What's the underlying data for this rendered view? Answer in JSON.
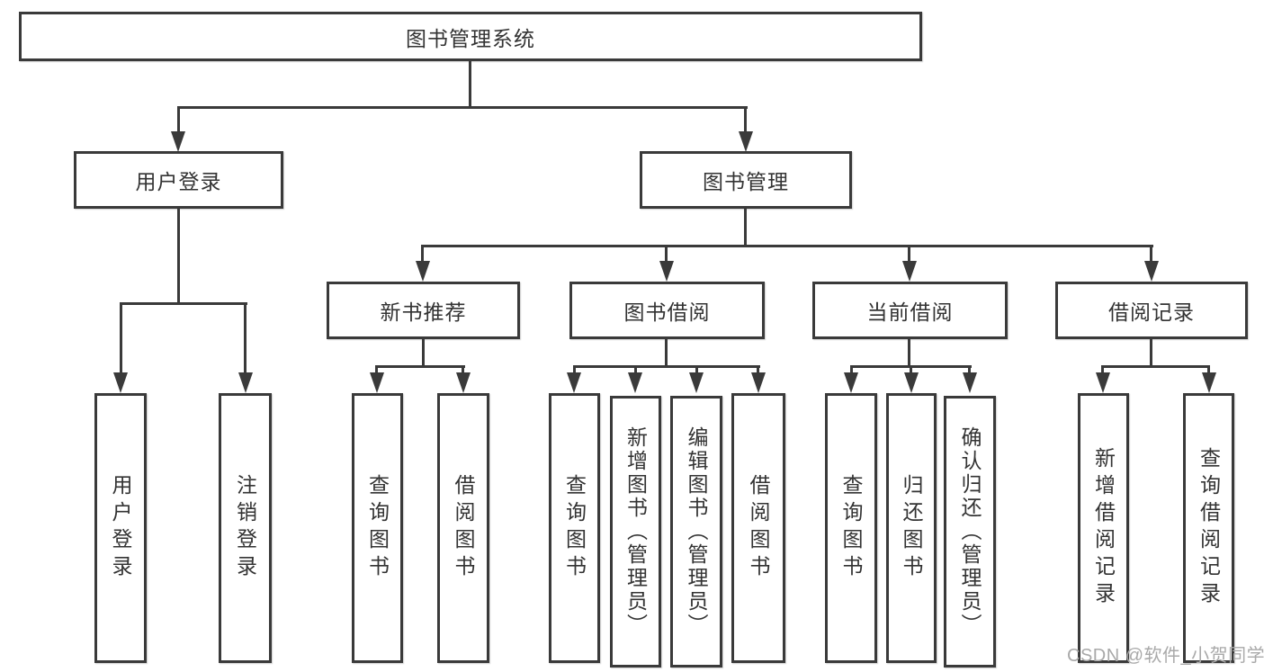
{
  "diagram": {
    "title": "图书管理系统",
    "level2": [
      {
        "label": "用户登录",
        "children": [
          {
            "label": "用户登录"
          },
          {
            "label": "注销登录"
          }
        ]
      },
      {
        "label": "图书管理",
        "children": [
          {
            "label": "新书推荐",
            "children": [
              {
                "label": "查询图书"
              },
              {
                "label": "借阅图书"
              }
            ]
          },
          {
            "label": "图书借阅",
            "children": [
              {
                "label": "查询图书"
              },
              {
                "label": "新增图书（管理员）"
              },
              {
                "label": "编辑图书（管理员）"
              },
              {
                "label": "借阅图书"
              }
            ]
          },
          {
            "label": "当前借阅",
            "children": [
              {
                "label": "查询图书"
              },
              {
                "label": "归还图书"
              },
              {
                "label": "确认归还（管理员）"
              }
            ]
          },
          {
            "label": "借阅记录",
            "children": [
              {
                "label": "新增借阅记录"
              },
              {
                "label": "查询借阅记录"
              }
            ]
          }
        ]
      }
    ]
  },
  "watermark": "CSDN @软件_小贺同学",
  "colors": {
    "line": "#3a3a3a",
    "text": "#333333",
    "watermark": "#a9a9a9"
  }
}
